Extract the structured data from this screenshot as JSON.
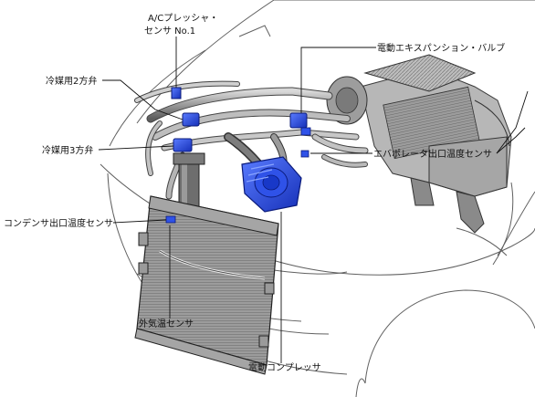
{
  "labels": {
    "ac_pressure_sensor_line1": "A/Cプレッシャ・",
    "ac_pressure_sensor_line2": "センサ No.1",
    "electric_expansion_valve": "電動エキスパンション・バルブ",
    "refrigerant_2way_valve": "冷媒用2方弁",
    "refrigerant_3way_valve": "冷媒用3方弁",
    "evaporator_outlet_temp_sensor": "エバポレータ出口温度センサ",
    "condenser_outlet_temp_sensor": "コンデンサ出口温度センサ",
    "outside_air_temp_sensor": "外気温センサ",
    "electric_compressor": "電動コンプレッサ"
  },
  "colors": {
    "highlight_blue": "#1f3fd6",
    "line_gray": "#3a3a3a",
    "body_line": "#555555",
    "part_gray": "#8f8f8f",
    "part_dark": "#4a4a4a"
  }
}
